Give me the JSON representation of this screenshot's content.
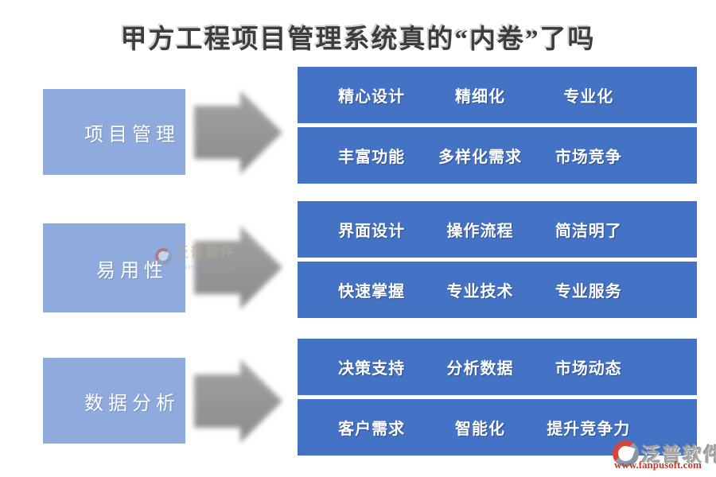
{
  "title": "甲方工程项目管理系统真的“内卷”了吗",
  "colors": {
    "bar_blue": "#4472C4",
    "box_blue": "#8FAADC",
    "arrow_gray": "#949494",
    "title_color": "#3D3D3D",
    "watermark_url_red": "#C23A2D",
    "logo_red": "#D8453A",
    "logo_gray": "#7E8B98"
  },
  "rows": [
    {
      "label": "项目管理",
      "bars": [
        [
          "精心设计",
          "精细化",
          "专业化"
        ],
        [
          "丰富功能",
          "多样化需求",
          "市场竞争"
        ]
      ]
    },
    {
      "label": "易用性",
      "bars": [
        [
          "界面设计",
          "操作流程",
          "简洁明了"
        ],
        [
          "快速掌握",
          "专业技术",
          "专业服务"
        ]
      ]
    },
    {
      "label": "数据分析",
      "bars": [
        [
          "决策支持",
          "分析数据",
          "市场动态"
        ],
        [
          "客户需求",
          "智能化",
          "提升竞争力"
        ]
      ]
    }
  ],
  "watermarks": {
    "center": {
      "brand": "泛普软件",
      "subtitle": "FANPU SOFTWARE"
    },
    "bottom_right": {
      "brand": "泛普软件",
      "url": "www.fanpusoft.com"
    }
  }
}
